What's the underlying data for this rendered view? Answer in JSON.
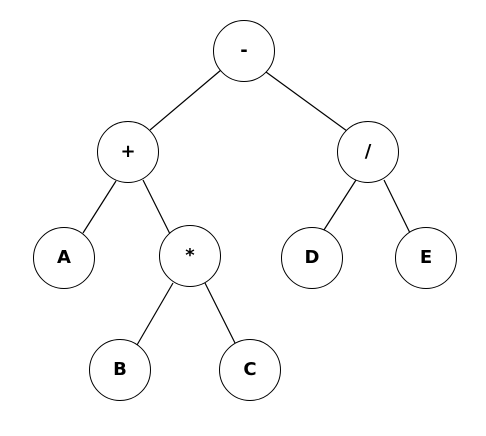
{
  "tree": {
    "nodes": {
      "root": {
        "label": "-"
      },
      "plus": {
        "label": "+"
      },
      "divide": {
        "label": "/"
      },
      "a": {
        "label": "A"
      },
      "times": {
        "label": "*"
      },
      "d": {
        "label": "D"
      },
      "e": {
        "label": "E"
      },
      "b": {
        "label": "B"
      },
      "c": {
        "label": "C"
      }
    },
    "edges": [
      [
        "root",
        "plus"
      ],
      [
        "root",
        "divide"
      ],
      [
        "plus",
        "a"
      ],
      [
        "plus",
        "times"
      ],
      [
        "times",
        "b"
      ],
      [
        "times",
        "c"
      ],
      [
        "divide",
        "d"
      ],
      [
        "divide",
        "e"
      ]
    ]
  }
}
